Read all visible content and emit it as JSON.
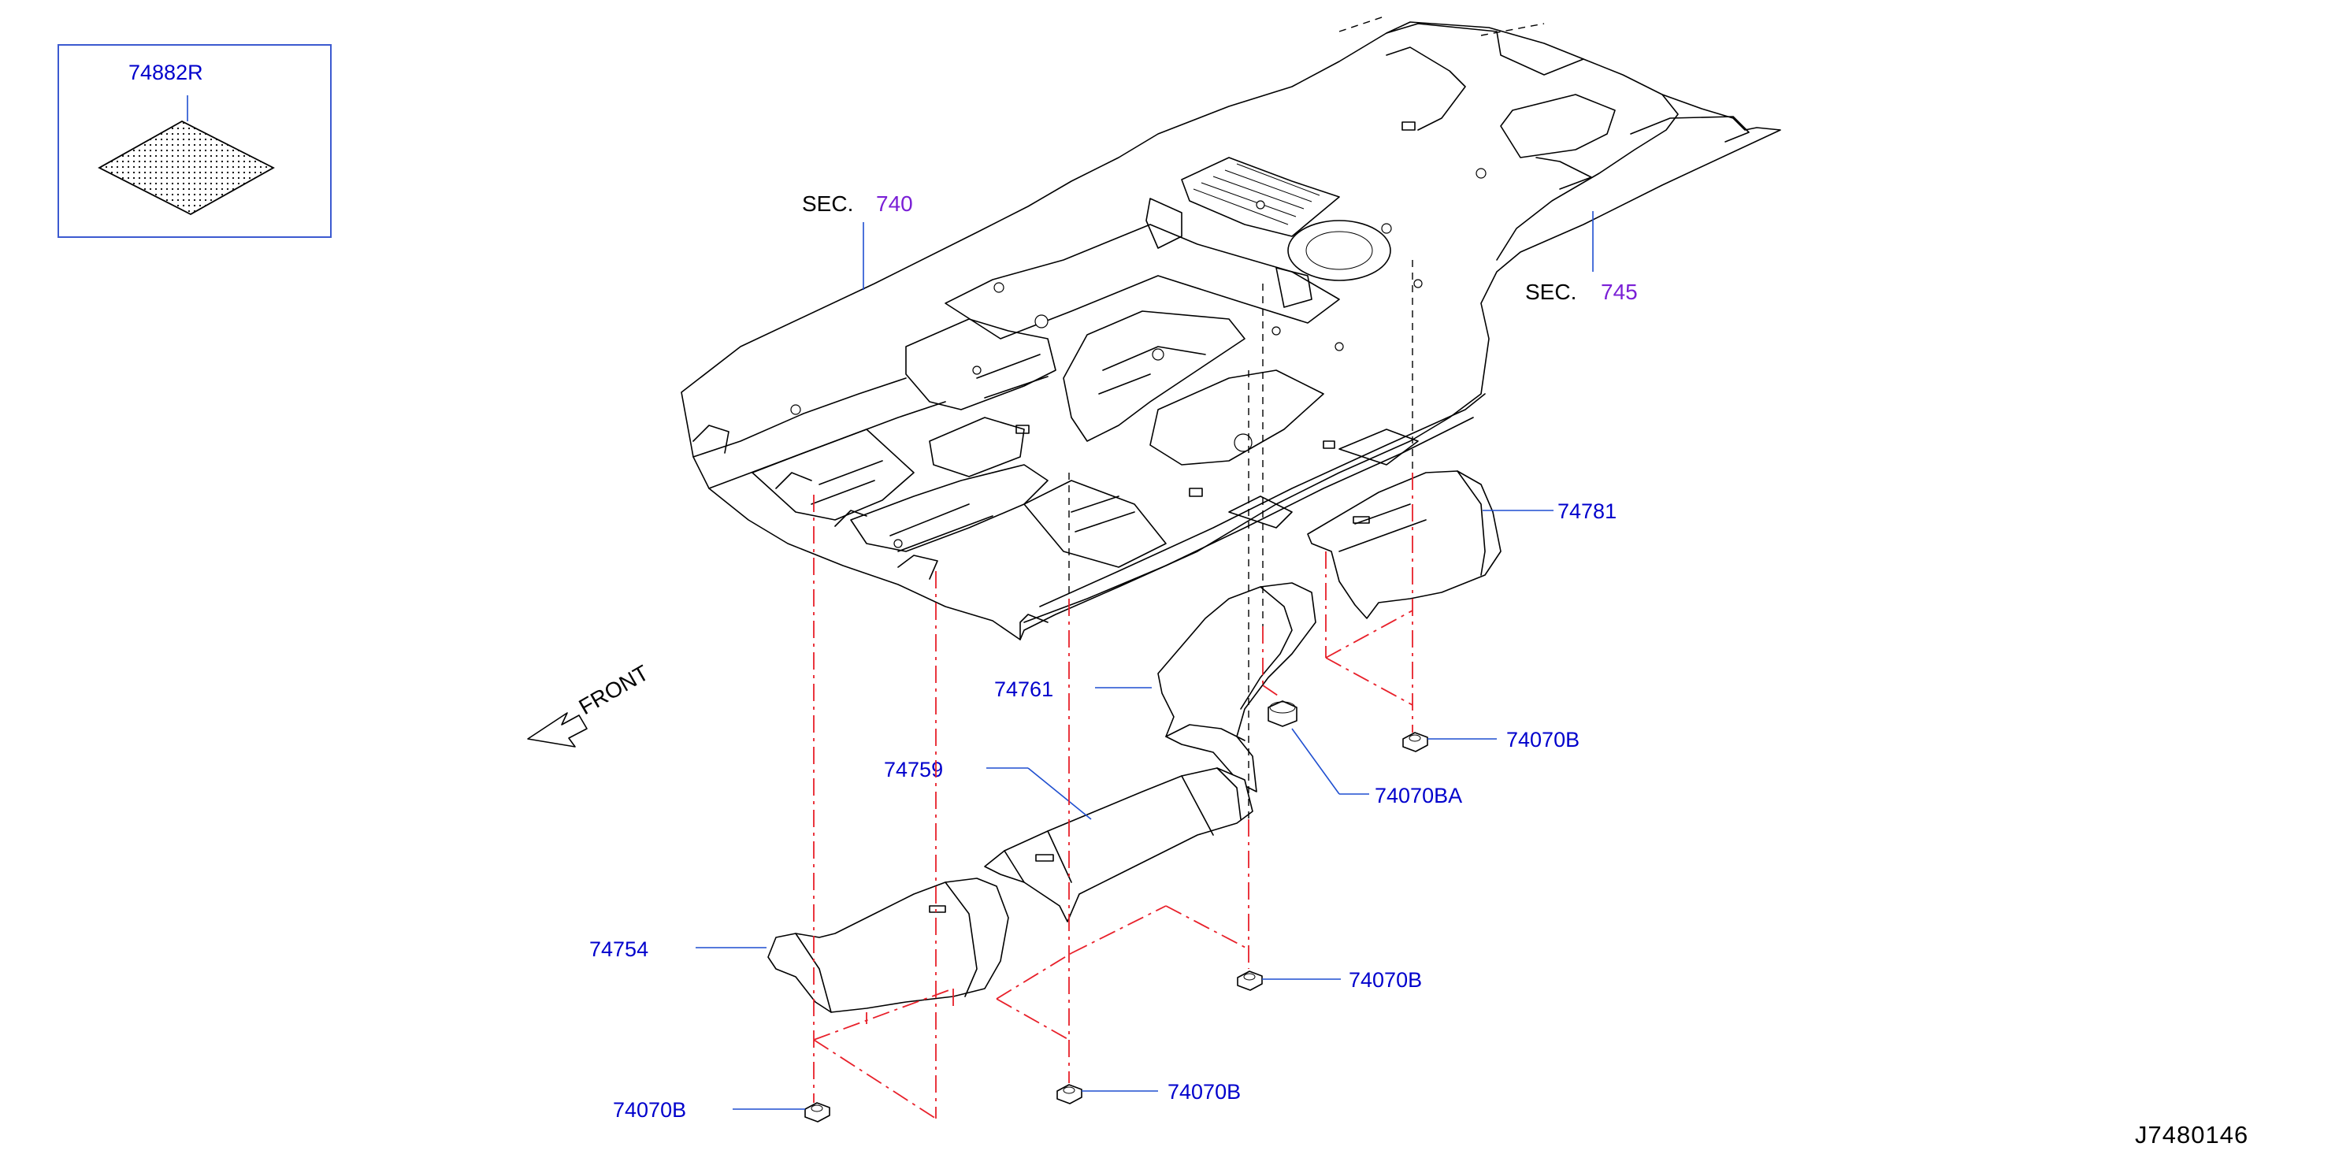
{
  "inset": {
    "part_number": "74882R"
  },
  "sections": [
    {
      "prefix": "SEC.",
      "number": "740"
    },
    {
      "prefix": "SEC.",
      "number": "745"
    }
  ],
  "front_label": "FRONT",
  "parts": {
    "p74781": "74781",
    "p74761": "74761",
    "p74759": "74759",
    "p74754": "74754",
    "p74070b_right": "74070B",
    "p74070ba": "74070BA",
    "p74070b_mid": "74070B",
    "p74070b_center": "74070B",
    "p74070b_left": "74070B"
  },
  "reference_code": "J7480146",
  "colors": {
    "part_label": "#0000cc",
    "section_number": "#7a1fd6",
    "leader_line": "#1f4fd0",
    "phantom_line": "#e8202a",
    "outline": "#000000"
  }
}
